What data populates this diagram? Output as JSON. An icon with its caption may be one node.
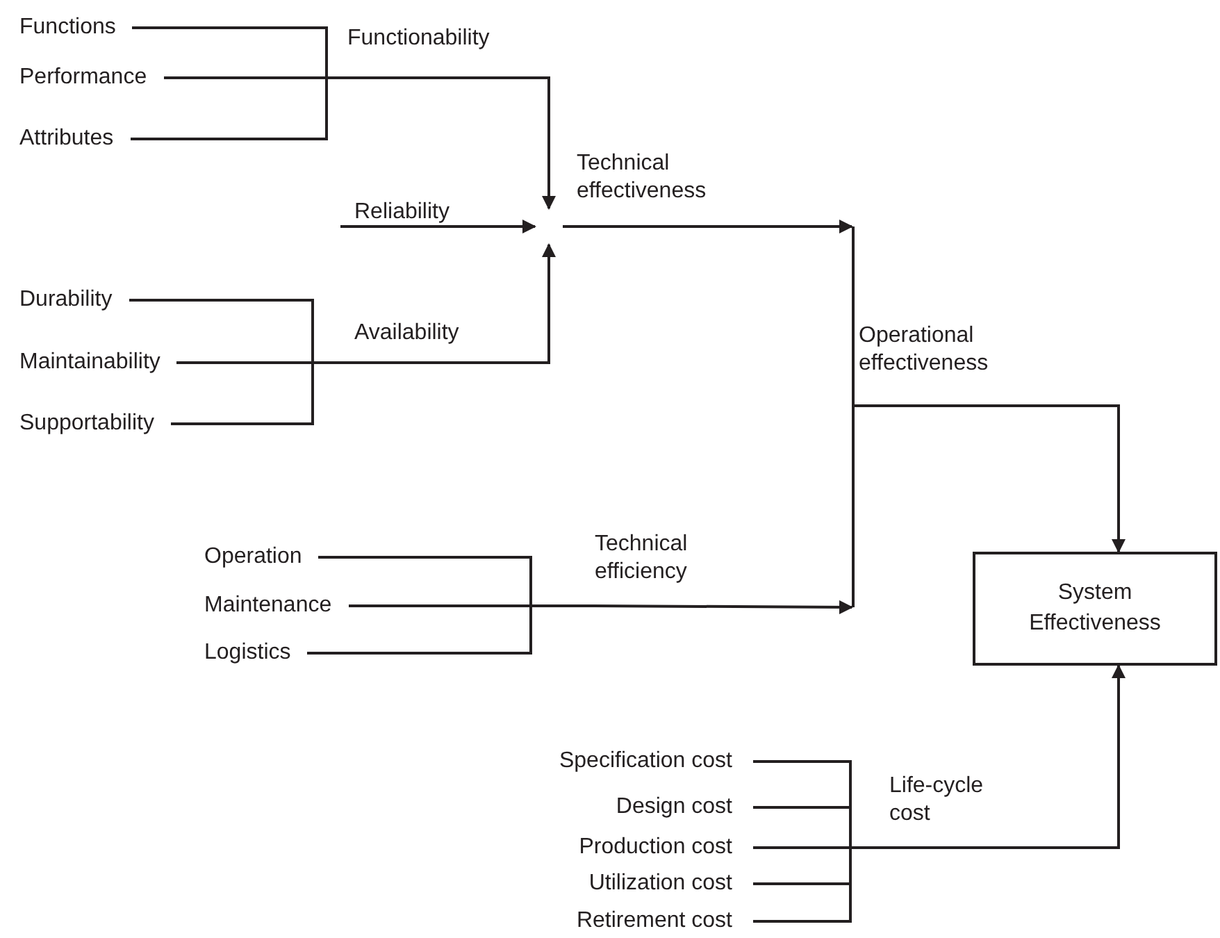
{
  "diagram": {
    "nodes": [
      {
        "text": [
          "Functions"
        ]
      },
      {
        "text": [
          "Performance"
        ]
      },
      {
        "text": [
          "Attributes"
        ]
      },
      {
        "text": [
          "Functionability"
        ]
      },
      {
        "text": [
          "Reliability"
        ]
      },
      {
        "text": [
          "Technical effectiveness"
        ]
      },
      {
        "text": [
          "Durability"
        ]
      },
      {
        "text": [
          "Maintainability"
        ]
      },
      {
        "text": [
          "Supportability"
        ]
      },
      {
        "text": [
          "Availability"
        ]
      },
      {
        "text": [
          "Operational effectiveness"
        ]
      },
      {
        "text": [
          "Operation"
        ]
      },
      {
        "text": [
          "Maintenance"
        ]
      },
      {
        "text": [
          "Logistics"
        ]
      },
      {
        "text": [
          "Technical efficiency"
        ]
      },
      {
        "text": [
          "System Effectiveness"
        ]
      },
      {
        "text": [
          "Specification cost"
        ]
      },
      {
        "text": [
          "Design cost"
        ]
      },
      {
        "text": [
          "Production cost"
        ]
      },
      {
        "text": [
          "Utilization cost"
        ]
      },
      {
        "text": [
          "Retirement cost"
        ]
      },
      {
        "text": [
          "Life-cycle cost"
        ]
      }
    ],
    "edges": [
      {
        "from": 0,
        "to": 3,
        "arrow": "none"
      },
      {
        "from": 1,
        "to": 3,
        "arrow": "none"
      },
      {
        "from": 2,
        "to": 3,
        "arrow": "none"
      },
      {
        "from": 3,
        "to": 5,
        "arrow": "to"
      },
      {
        "from": 4,
        "to": 5,
        "arrow": "to"
      },
      {
        "from": 6,
        "to": 9,
        "arrow": "none"
      },
      {
        "from": 7,
        "to": 9,
        "arrow": "none"
      },
      {
        "from": 8,
        "to": 9,
        "arrow": "none"
      },
      {
        "from": 9,
        "to": 5,
        "arrow": "to"
      },
      {
        "from": 5,
        "to": 10,
        "arrow": "to"
      },
      {
        "from": 11,
        "to": 14,
        "arrow": "none"
      },
      {
        "from": 12,
        "to": 14,
        "arrow": "none"
      },
      {
        "from": 13,
        "to": 14,
        "arrow": "none"
      },
      {
        "from": 14,
        "to": 10,
        "arrow": "to"
      },
      {
        "from": 10,
        "to": 15,
        "arrow": "to"
      },
      {
        "from": 16,
        "to": 21,
        "arrow": "none"
      },
      {
        "from": 17,
        "to": 21,
        "arrow": "none"
      },
      {
        "from": 18,
        "to": 21,
        "arrow": "none"
      },
      {
        "from": 19,
        "to": 21,
        "arrow": "none"
      },
      {
        "from": 20,
        "to": 21,
        "arrow": "none"
      },
      {
        "from": 21,
        "to": 15,
        "arrow": "to"
      }
    ]
  }
}
